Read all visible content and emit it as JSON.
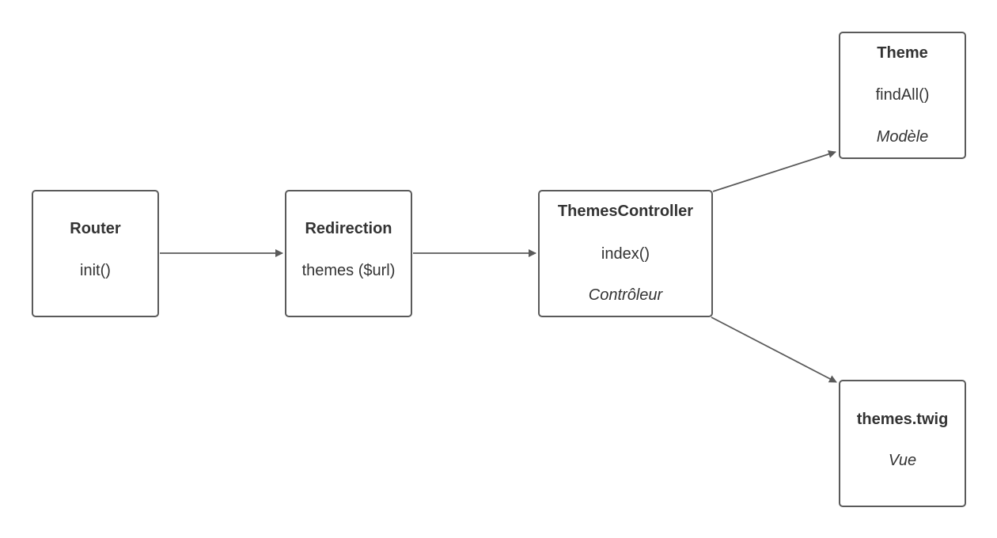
{
  "colors": {
    "stroke": "#5a5a5a",
    "text": "#333333",
    "background": "#ffffff"
  },
  "nodes": {
    "router": {
      "title": "Router",
      "method": "init()"
    },
    "redirection": {
      "title": "Redirection",
      "method": "themes ($url)"
    },
    "controller": {
      "title": "ThemesController",
      "method": "index()",
      "role": "Contrôleur"
    },
    "theme": {
      "title": "Theme",
      "method": "findAll()",
      "role": "Modèle"
    },
    "view": {
      "title": "themes.twig",
      "role": "Vue"
    }
  },
  "edges": [
    {
      "from": "router",
      "to": "redirection"
    },
    {
      "from": "redirection",
      "to": "controller"
    },
    {
      "from": "controller",
      "to": "theme"
    },
    {
      "from": "controller",
      "to": "view"
    }
  ]
}
